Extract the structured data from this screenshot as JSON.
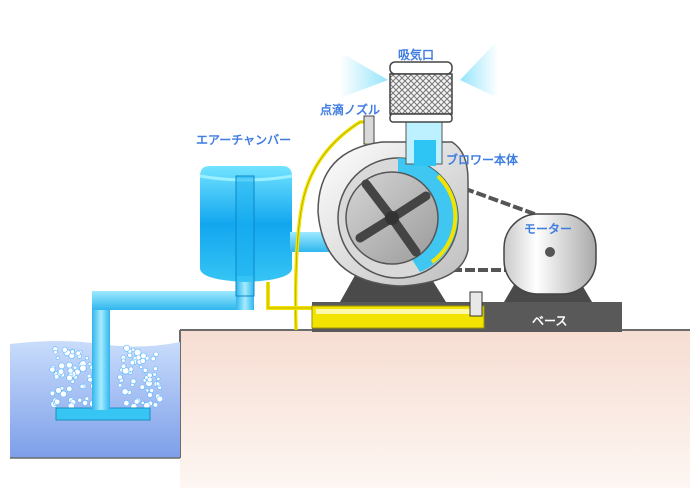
{
  "labels": {
    "intake": "吸気口",
    "drip_nozzle": "点滴ノズル",
    "air_chamber": "エアーチャンバー",
    "blower_body": "ブロワー本体",
    "motor": "モーター",
    "base": "ベース"
  },
  "colors": {
    "label_blue": "#3f7de0",
    "pipe_cyan": "#37c6f3",
    "oil_yellow": "#f2e400",
    "machine_gray": "#606060",
    "ground_pink": "#fbeee8",
    "water_blue": "#8fb0ee"
  }
}
